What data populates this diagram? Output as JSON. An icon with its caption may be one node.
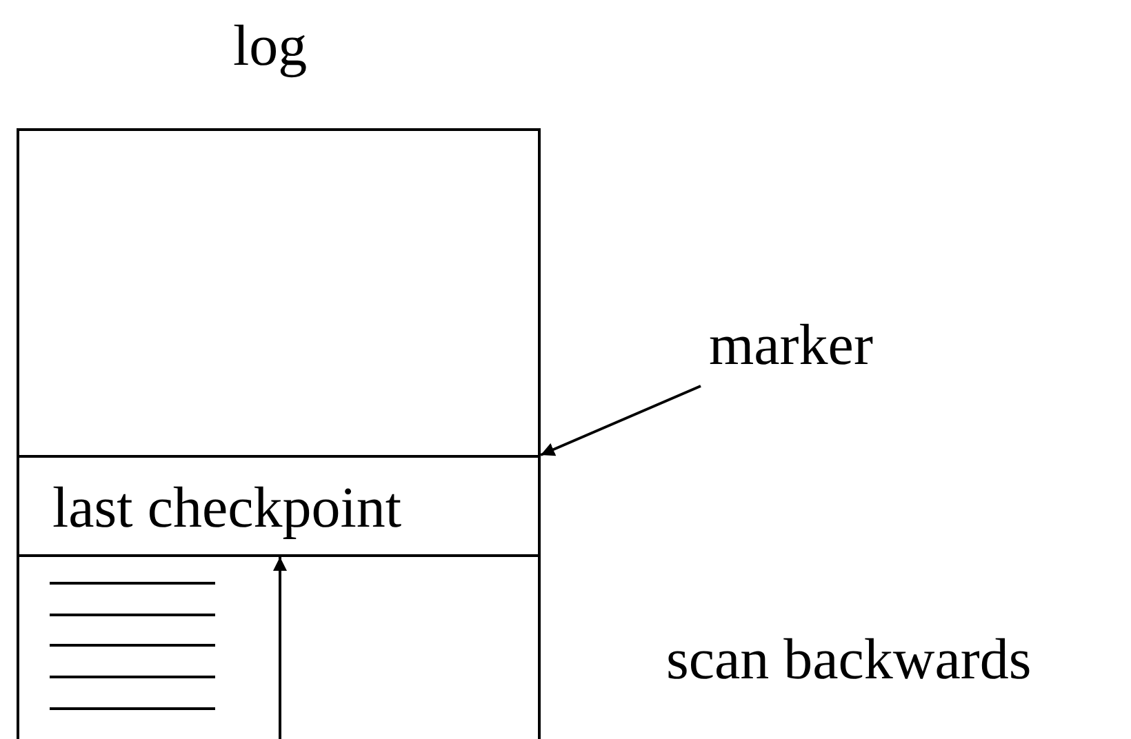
{
  "diagram": {
    "nodes": [
      {
        "text": [
          "log"
        ]
      },
      {
        "text": [
          "last checkpoint"
        ],
        "in": 0
      },
      {
        "text": [
          "marker"
        ]
      }
    ],
    "edges": [
      {
        "from": 2,
        "to": 1,
        "arrow": "to"
      },
      {
        "from": null,
        "to": 1,
        "arrow": "to"
      }
    ],
    "labels": [
      "scan backwards"
    ]
  }
}
